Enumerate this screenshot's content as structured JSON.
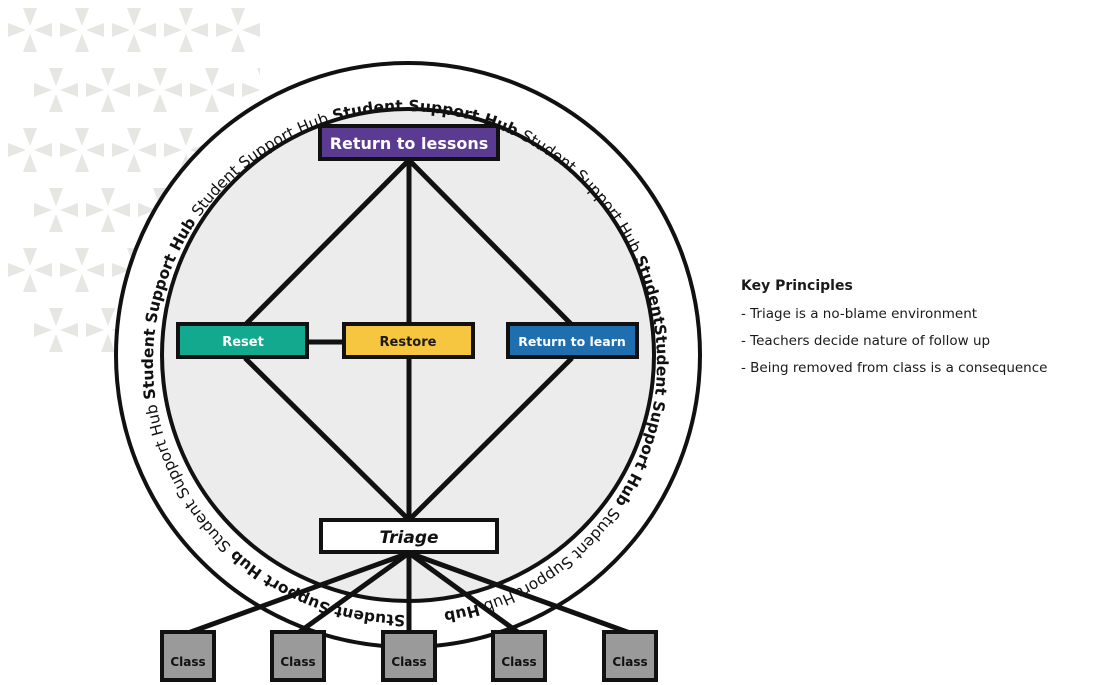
{
  "hub_ring": {
    "segments": [
      {
        "text": "Student Support Hub ",
        "bold": true
      },
      {
        "text": "Student Support Hub ",
        "bold": false
      },
      {
        "text": "Student Support Hub ",
        "bold": true
      },
      {
        "text": "Student Support Hub ",
        "bold": false
      },
      {
        "text": "Student Support Hub ",
        "bold": true
      },
      {
        "text": "Student Support Hub ",
        "bold": false
      },
      {
        "text": "Student",
        "bold": true
      },
      {
        "text": "Student Support Hub ",
        "bold": true
      },
      {
        "text": "Student Support Hub ",
        "bold": false
      },
      {
        "text": "Hub",
        "bold": true
      }
    ]
  },
  "nodes": {
    "return_to_lessons": {
      "label": "Return to lessons",
      "fill": "#5b3a92",
      "text_color": "#ffffff"
    },
    "reset": {
      "label": "Reset",
      "fill": "#12a98e",
      "text_color": "#ffffff"
    },
    "restore": {
      "label": "Restore",
      "fill": "#f7c640",
      "text_color": "#1a1a1a"
    },
    "return_to_learn": {
      "label": "Return to learn",
      "fill": "#1f6fb0",
      "text_color": "#ffffff"
    },
    "triage": {
      "label": "Triage",
      "fill": "#ffffff",
      "text_color": "#111111"
    },
    "classes": [
      {
        "label": "Class"
      },
      {
        "label": "Class"
      },
      {
        "label": "Class"
      },
      {
        "label": "Class"
      },
      {
        "label": "Class"
      }
    ],
    "class_fill": "#9a9a9a"
  },
  "key_principles": {
    "title": "Key Principles",
    "items": [
      "- Triage is a no-blame environment",
      "- Teachers decide nature of follow up",
      "- Being removed from class is a consequence"
    ]
  },
  "colors": {
    "inner_circle": "#ececec",
    "outline": "#111111",
    "background_pattern": "#e6e6e3"
  }
}
